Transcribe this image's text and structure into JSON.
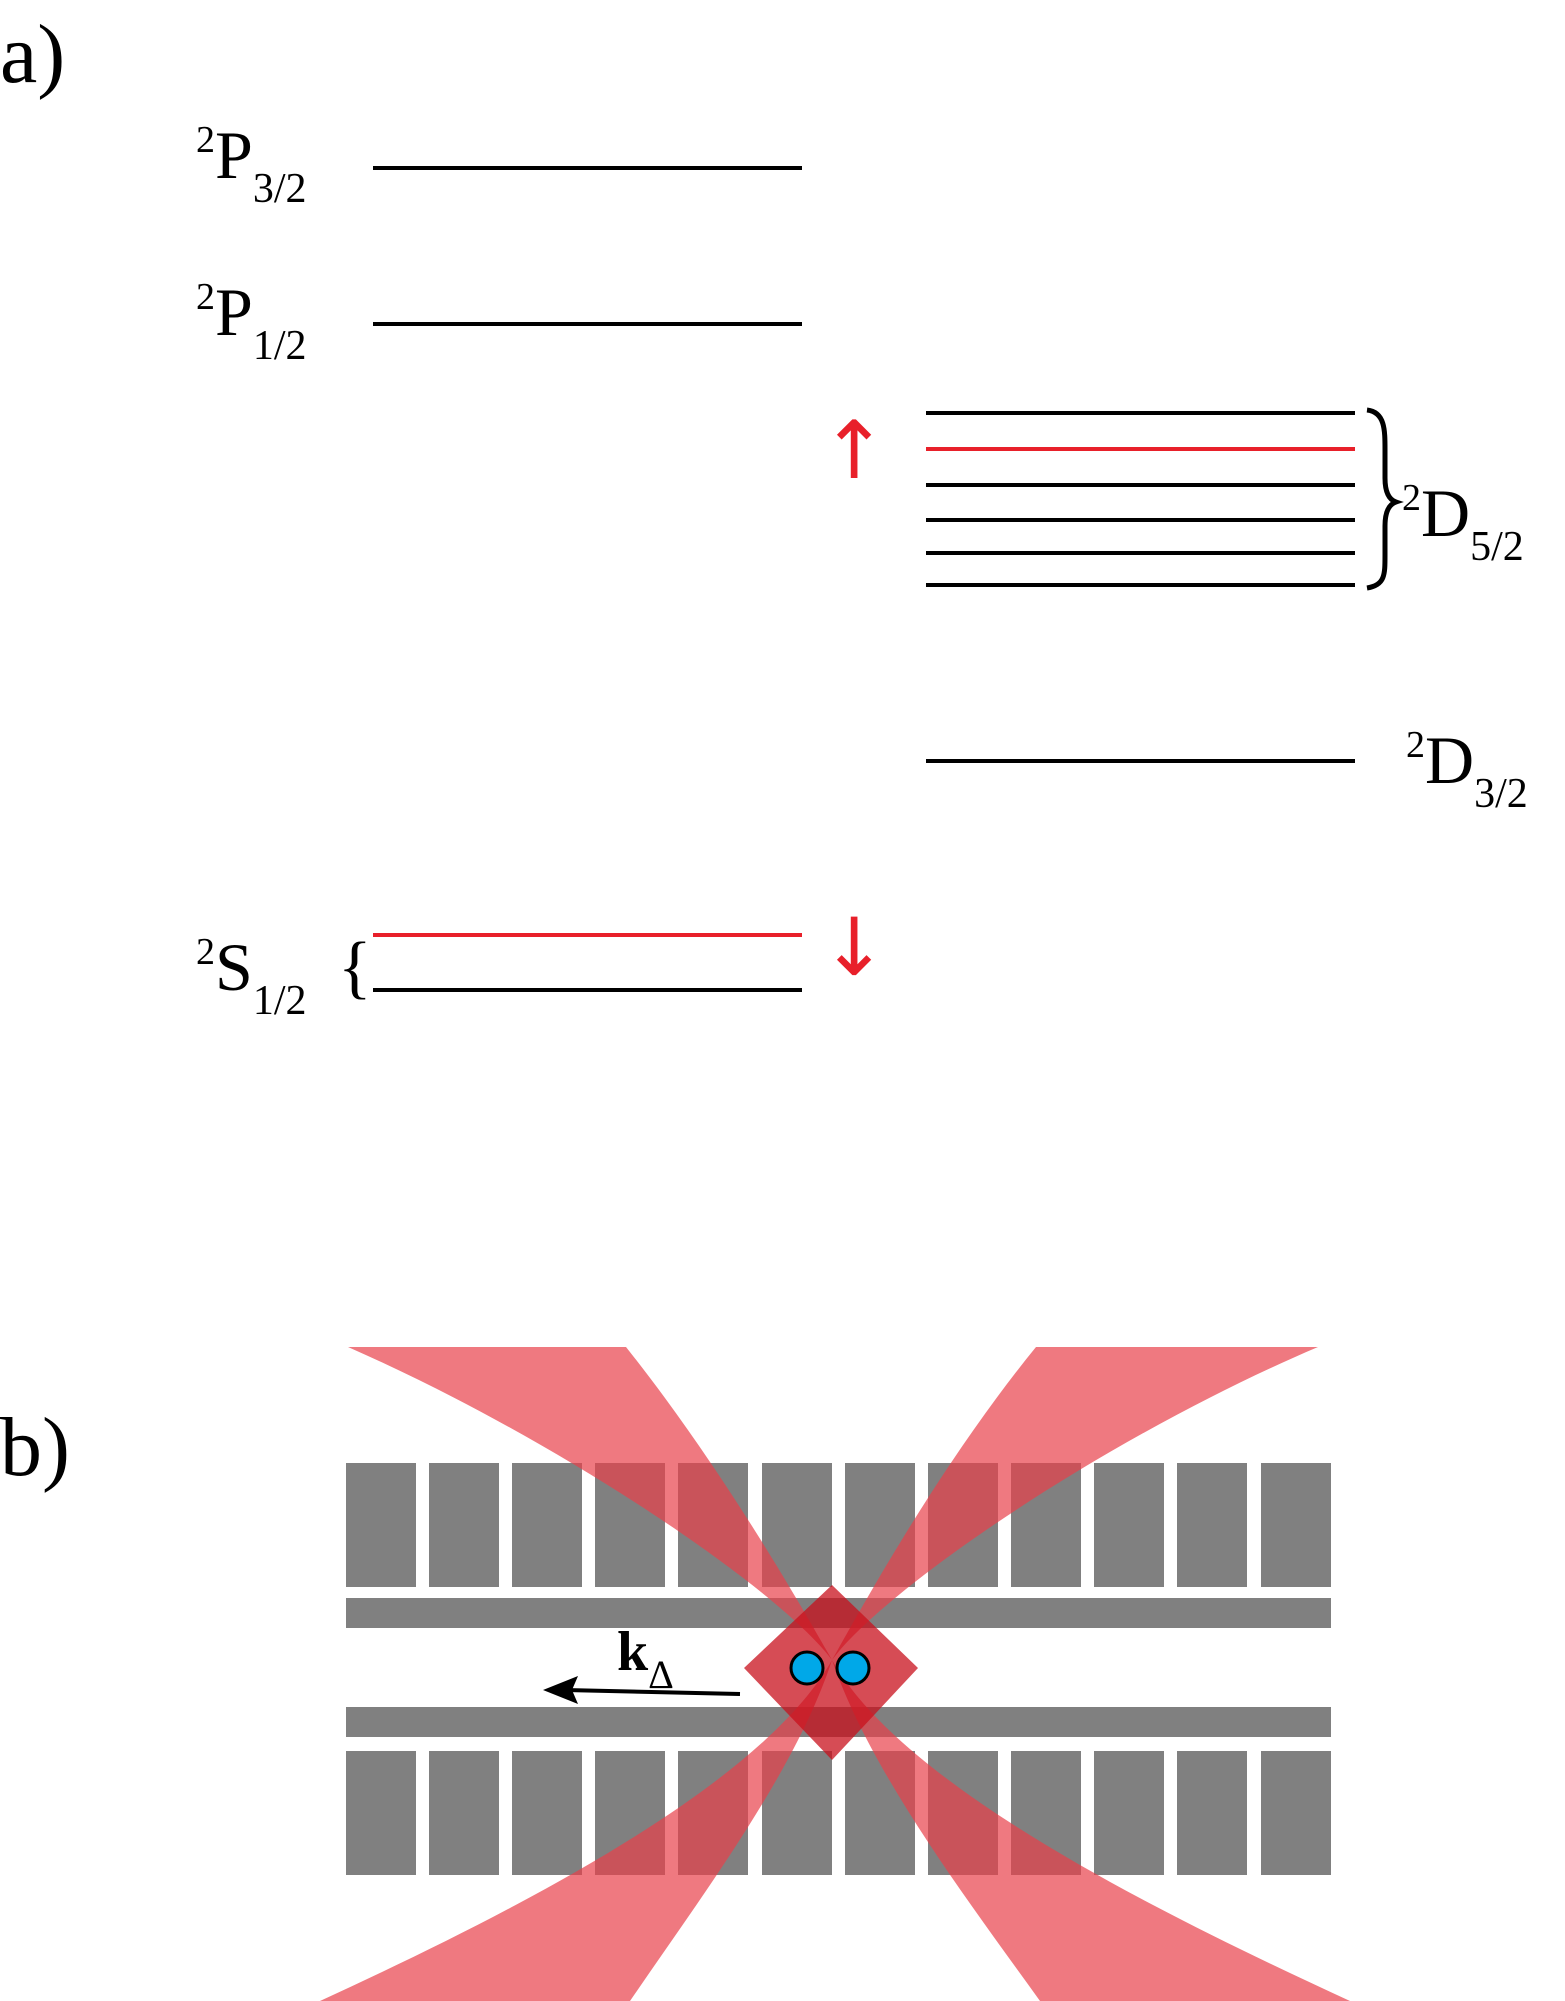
{
  "panel_a": {
    "label": "a)",
    "levels": [
      {
        "id": "p32",
        "term_sup": "2",
        "term_letter": "P",
        "term_sub": "3/2"
      },
      {
        "id": "p12",
        "term_sup": "2",
        "term_letter": "P",
        "term_sub": "1/2"
      },
      {
        "id": "s12",
        "term_sup": "2",
        "term_letter": "S",
        "term_sub": "1/2"
      },
      {
        "id": "d52",
        "term_sup": "2",
        "term_letter": "D",
        "term_sub": "5/2"
      },
      {
        "id": "d32",
        "term_sup": "2",
        "term_letter": "D",
        "term_sub": "3/2"
      }
    ],
    "s12_sublevels": [
      "highlighted",
      "normal"
    ],
    "d52_sublevels": [
      "normal",
      "highlighted",
      "normal",
      "normal",
      "normal",
      "normal"
    ],
    "up_arrow": "↑",
    "down_arrow": "↓",
    "left_brace": "{"
  },
  "panel_b": {
    "label": "b)",
    "wavevector_symbol": "k",
    "wavevector_sub": "Δ",
    "ion_count": 2
  },
  "colors": {
    "level_line": "#000000",
    "highlight": "#e8202a",
    "electrode": "#808080",
    "beam": "#e8404a",
    "ion": "#00a8e8"
  }
}
